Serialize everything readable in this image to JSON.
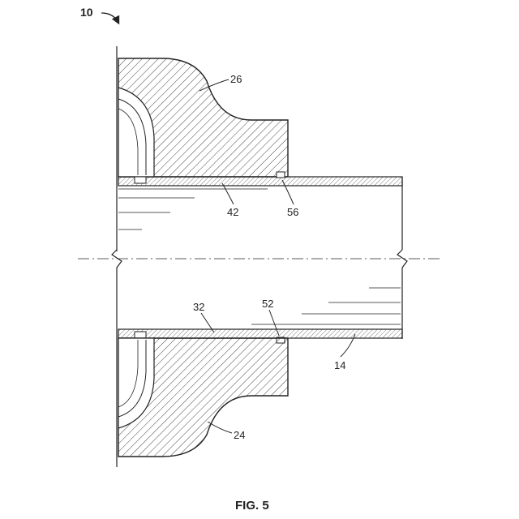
{
  "figure": {
    "caption": "FIG. 5",
    "assembly_ref": "10",
    "labels": {
      "l26": "26",
      "l42": "42",
      "l56": "56",
      "l32": "32",
      "l52": "52",
      "l14": "14",
      "l24": "24"
    }
  },
  "colors": {
    "line": "#222222",
    "background": "#ffffff"
  }
}
